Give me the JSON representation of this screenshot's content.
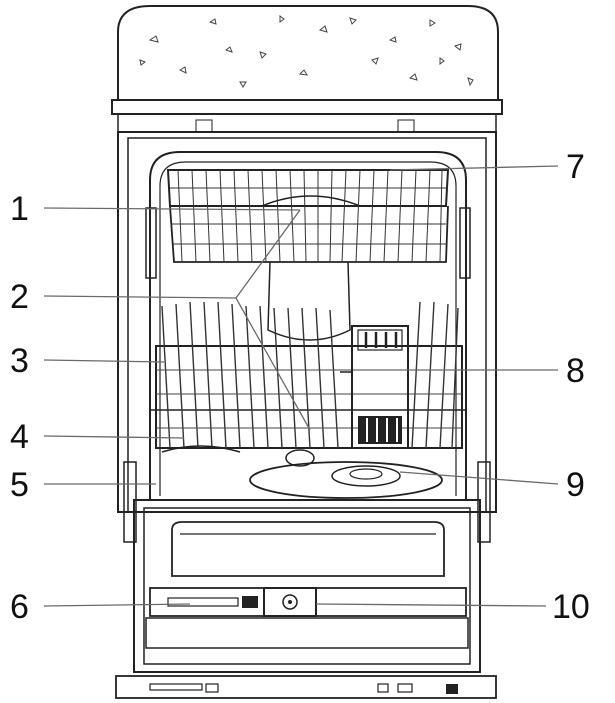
{
  "callouts": [
    {
      "label": "1"
    },
    {
      "label": "2"
    },
    {
      "label": "3"
    },
    {
      "label": "4"
    },
    {
      "label": "5"
    },
    {
      "label": "6"
    },
    {
      "label": "7"
    },
    {
      "label": "8"
    },
    {
      "label": "9"
    },
    {
      "label": "10"
    }
  ],
  "colors": {
    "line": "#222222",
    "leader": "#6a6a6a",
    "background": "#ffffff"
  }
}
